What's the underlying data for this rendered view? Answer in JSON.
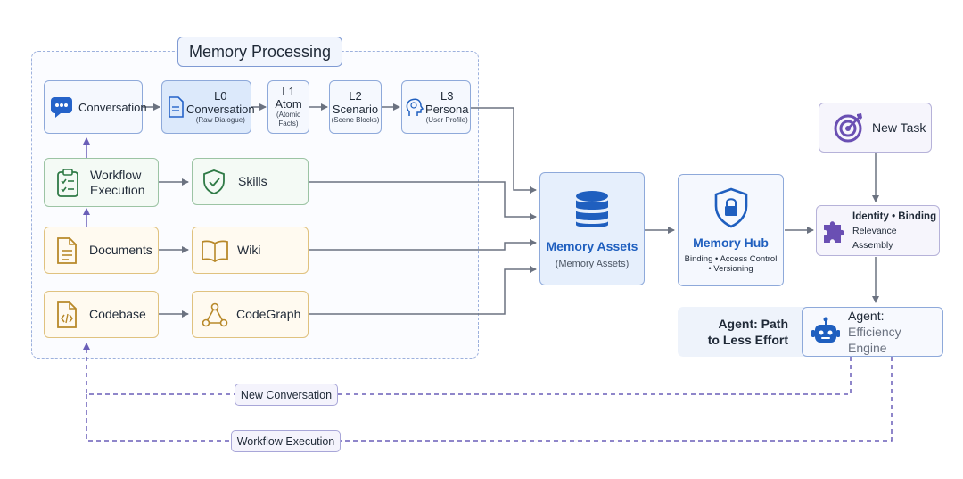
{
  "group": {
    "title": "Memory Processing"
  },
  "nodes": {
    "conversation": {
      "label": "Conversation"
    },
    "l0": {
      "level": "L0",
      "name": "Conversation",
      "note": "(Raw Dialogue)"
    },
    "l1": {
      "level": "L1",
      "name": "Atom",
      "note_line1": "(Atomic",
      "note_line2": "Facts)"
    },
    "l2": {
      "level": "L2",
      "name": "Scenario",
      "note": "(Scene Blocks)"
    },
    "l3": {
      "level": "L3",
      "name": "Persona",
      "note": "(User Profile)"
    },
    "workflow": {
      "line1": "Workflow",
      "line2": "Execution"
    },
    "skills": {
      "label": "Skills"
    },
    "documents": {
      "label": "Documents"
    },
    "wiki": {
      "label": "Wiki"
    },
    "codebase": {
      "label": "Codebase"
    },
    "codegraph": {
      "label": "CodeGraph"
    },
    "memory_assets": {
      "title": "Memory Assets",
      "subtitle": "(Memory Assets)"
    },
    "memory_hub": {
      "title": "Memory Hub",
      "line1": "Binding • Access Control",
      "line2": "• Versioning"
    },
    "new_task": {
      "label": "New Task"
    },
    "assembly": {
      "line1": "Identity • Binding",
      "line2": "Relevance Assembly"
    },
    "agent_path": {
      "line1": "Agent: Path",
      "line2": "to Less Effort"
    },
    "agent": {
      "line1": "Agent:",
      "line2": "Efficiency Engine"
    }
  },
  "loops": {
    "new_conversation": "New Conversation",
    "workflow_execution": "Workflow Execution"
  },
  "colors": {
    "accent_blue": "#1f5fbf",
    "arrow": "#6b7280",
    "loop": "#6a5fb8"
  },
  "icons": [
    "chat-bubble-icon",
    "document-icon",
    "clipboard-check-icon",
    "shield-check-icon",
    "file-text-icon",
    "open-book-icon",
    "code-file-icon",
    "graph-triangle-icon",
    "database-icon",
    "shield-lock-icon",
    "target-icon",
    "puzzle-icon",
    "robot-icon",
    "head-brain-icon"
  ]
}
